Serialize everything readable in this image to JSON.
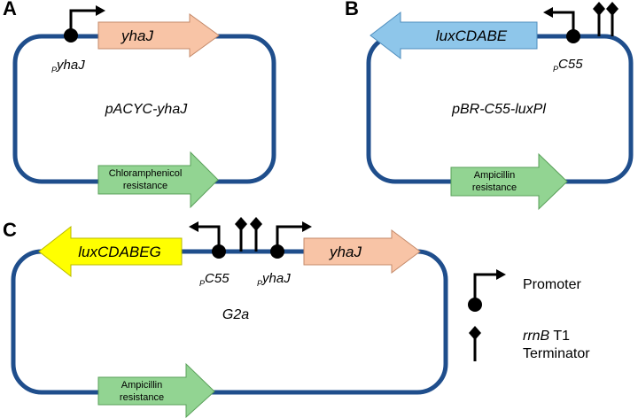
{
  "colors": {
    "backbone": "#1f4e8c",
    "yhaJ_fill": "#f8c4a6",
    "luxCDABE_fill": "#8ec6ea",
    "luxCDABEG_fill": "#ffff00",
    "resistance_fill": "#92d492",
    "symbol": "#000000"
  },
  "panels": {
    "A": {
      "letter": "A",
      "plasmid_name": "pACYC-yhaJ",
      "gene_label": "yhaJ",
      "promoter_sub": "P",
      "promoter_main": "yhaJ",
      "marker_line1": "Chloramphenicol",
      "marker_line2": "resistance"
    },
    "B": {
      "letter": "B",
      "plasmid_name": "pBR-C55-luxPl",
      "gene_label": "luxCDABE",
      "promoter_sub": "P",
      "promoter_main": "C55",
      "marker_line1": "Ampicillin",
      "marker_line2": "resistance"
    },
    "C": {
      "letter": "C",
      "plasmid_name": "G2a",
      "gene1_label": "luxCDABEG",
      "gene2_label": "yhaJ",
      "promoter1_sub": "P",
      "promoter1_main": "C55",
      "promoter2_sub": "P",
      "promoter2_main": "yhaJ",
      "marker_line1": "Ampicillin",
      "marker_line2": "resistance"
    }
  },
  "legend": {
    "promoter_label": "Promoter",
    "terminator_italic": "rrnB",
    "terminator_rest": " T1",
    "terminator_line2": "Terminator"
  }
}
